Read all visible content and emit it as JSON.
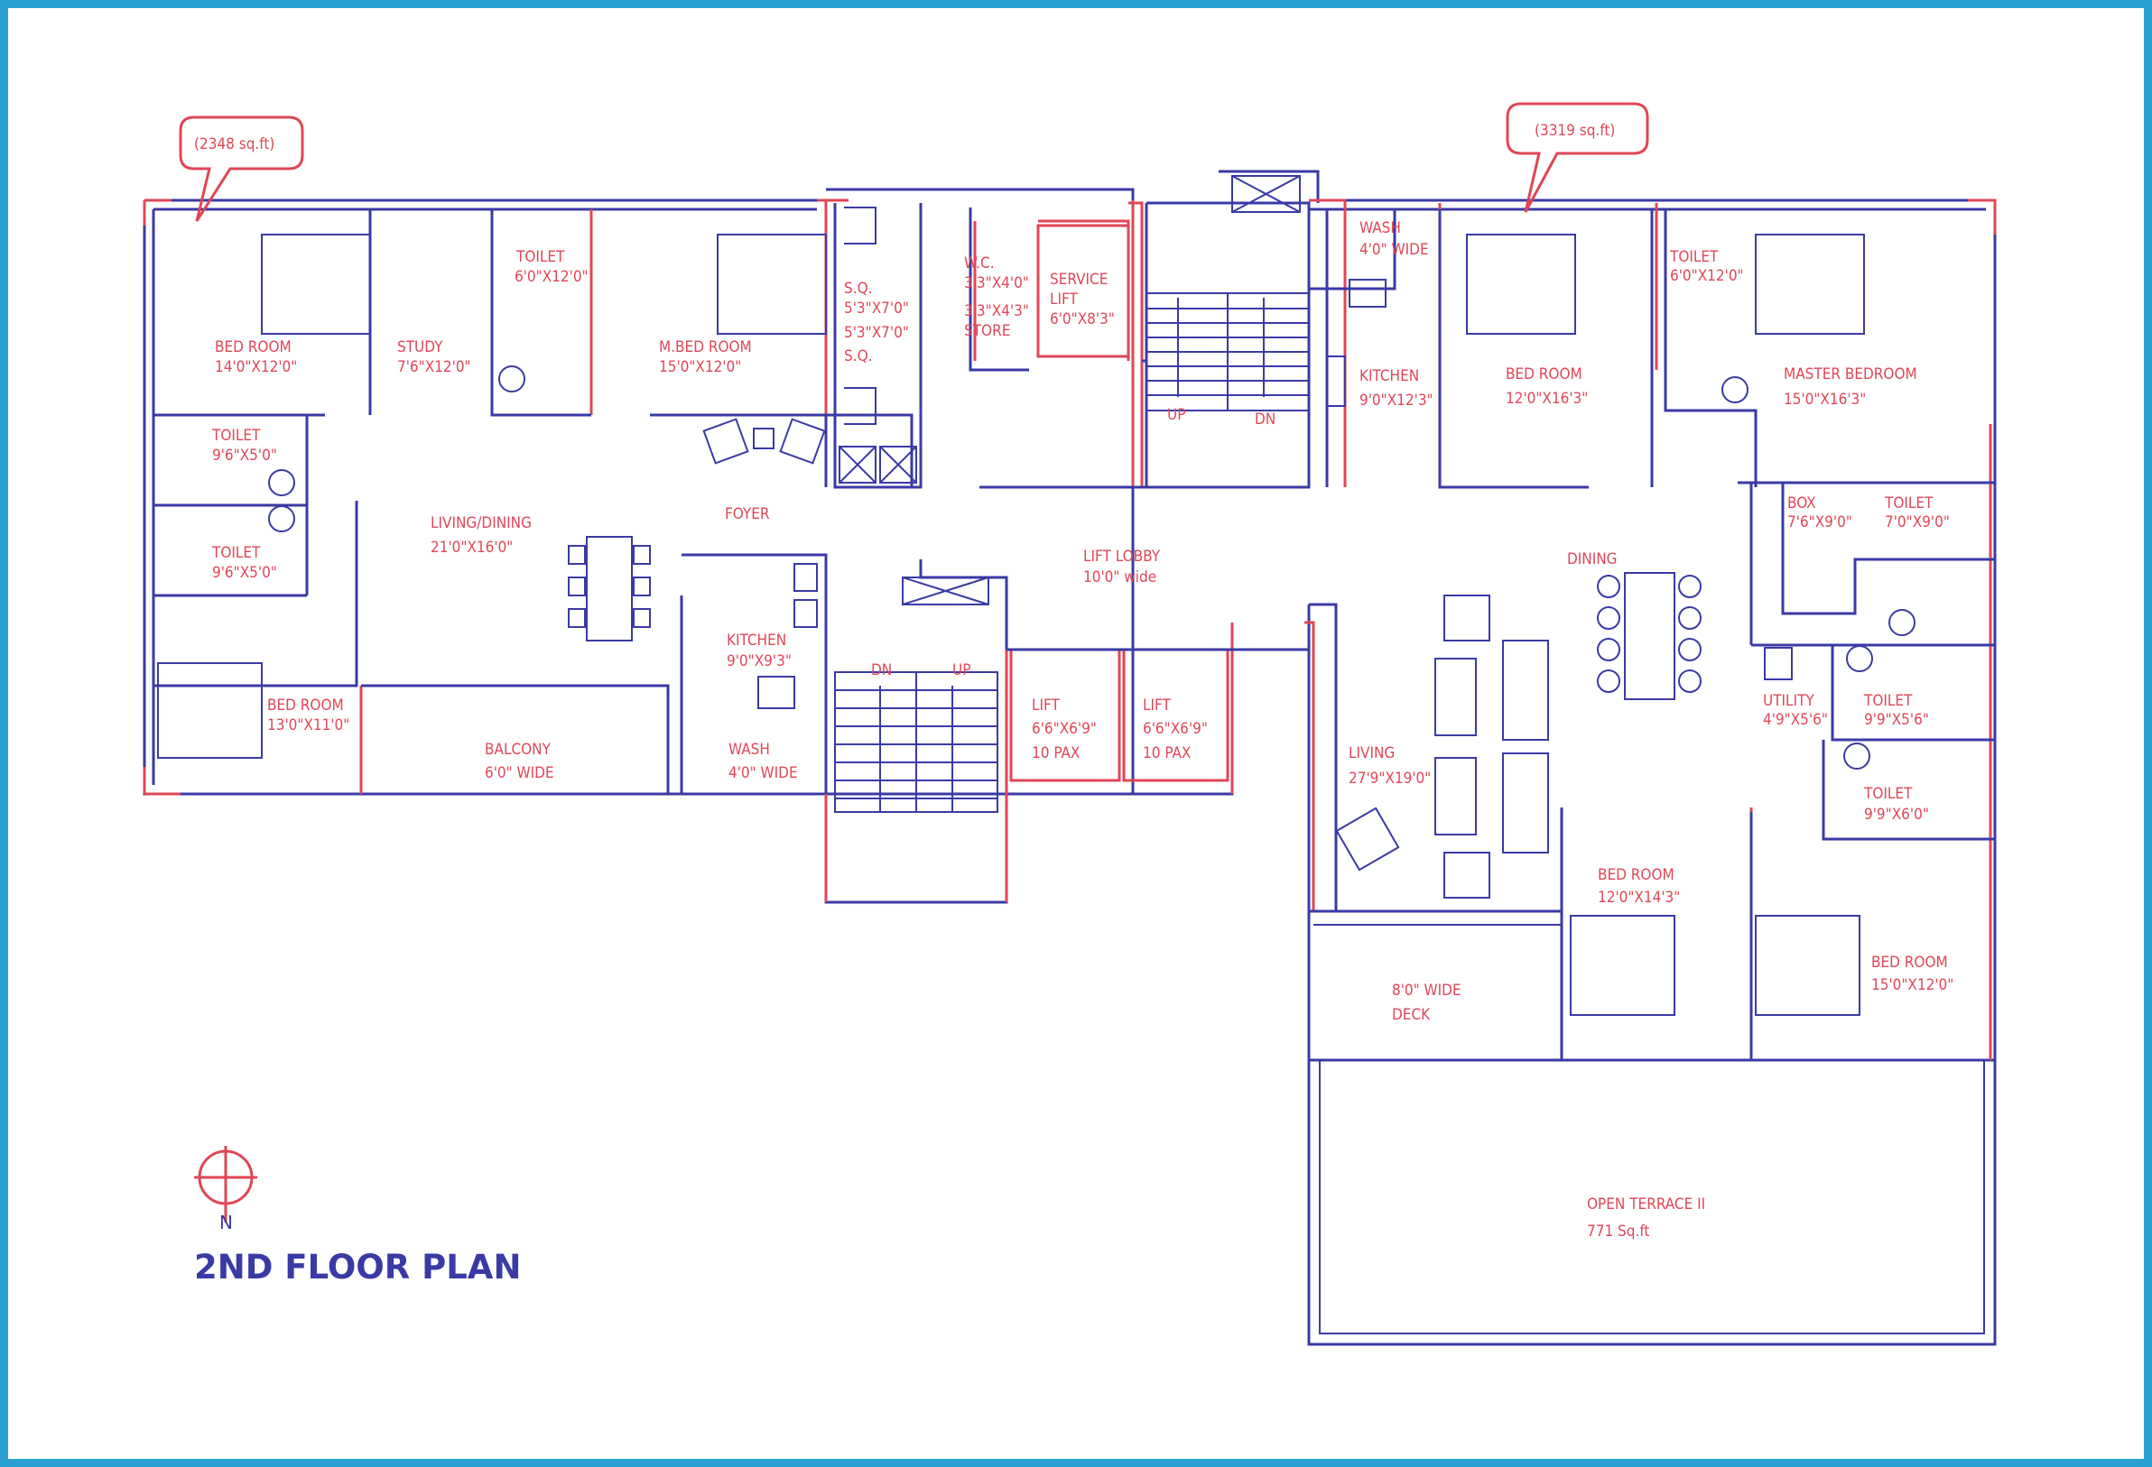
{
  "title": "2ND FLOOR PLAN",
  "north_label": "N",
  "areas": {
    "left": "(2348 sq.ft)",
    "right": "(3319 sq.ft)"
  },
  "colors": {
    "frame": "#2aa0d2",
    "walls": "#3a3aa6",
    "labels": "#e04656"
  },
  "rooms": {
    "bedroom_1": {
      "name": "BED ROOM",
      "size": "14'0\"X12'0\""
    },
    "study": {
      "name": "STUDY",
      "size": "7'6\"X12'0\""
    },
    "toilet_1": {
      "name": "TOILET",
      "size": "6'0\"X12'0\""
    },
    "mbedroom": {
      "name": "M.BED ROOM",
      "size": "15'0\"X12'0\""
    },
    "sq_1": {
      "name": "S.Q.",
      "size": "5'3\"X7'0\""
    },
    "sq_2": {
      "name": "S.Q.",
      "size": "5'3\"X7'0\""
    },
    "wc": {
      "name": "W.C.",
      "size": "3'3\"X4'0\""
    },
    "store": {
      "name": "STORE",
      "size": "3'3\"X4'3\""
    },
    "service_lift": {
      "name": "SERVICE",
      "name2": "LIFT",
      "size": "6'0\"X8'3\""
    },
    "stair_up": "UP",
    "stair_dn": "DN",
    "toilet_2": {
      "name": "TOILET",
      "size": "9'6\"X5'0\""
    },
    "toilet_3": {
      "name": "TOILET",
      "size": "9'6\"X5'0\""
    },
    "living_dining": {
      "name": "LIVING/DINING",
      "size": "21'0\"X16'0\""
    },
    "foyer": {
      "name": "FOYER"
    },
    "lift_lobby": {
      "name": "LIFT LOBBY",
      "size": "10'0\" wide"
    },
    "kitchen_1": {
      "name": "KITCHEN",
      "size": "9'0\"X9'3\""
    },
    "bedroom_2": {
      "name": "BED ROOM",
      "size": "13'0\"X11'0\""
    },
    "balcony": {
      "name": "BALCONY",
      "size": "6'0\" WIDE"
    },
    "wash_1": {
      "name": "WASH",
      "size": "4'0\" WIDE"
    },
    "stair2_dn": "DN",
    "stair2_up": "UP",
    "lift_1": {
      "name": "LIFT",
      "size": "6'6\"X6'9\"",
      "pax": "10 PAX"
    },
    "lift_2": {
      "name": "LIFT",
      "size": "6'6\"X6'9\"",
      "pax": "10 PAX"
    },
    "wash_2": {
      "name": "WASH",
      "size": "4'0\" WIDE"
    },
    "kitchen_2": {
      "name": "KITCHEN",
      "size": "9'0\"X12'3\""
    },
    "bedroom_3": {
      "name": "BED ROOM",
      "size": "12'0\"X16'3\""
    },
    "toilet_4": {
      "name": "TOILET",
      "size": "6'0\"X12'0\""
    },
    "master_bedroom": {
      "name": "MASTER BEDROOM",
      "size": "15'0\"X16'3\""
    },
    "box": {
      "name": "BOX",
      "size": "7'6\"X9'0\""
    },
    "toilet_5": {
      "name": "TOILET",
      "size": "7'0\"X9'0\""
    },
    "dining": {
      "name": "DINING"
    },
    "utility": {
      "name": "UTILITY",
      "size": "4'9\"X5'6\""
    },
    "toilet_6": {
      "name": "TOILET",
      "size": "9'9\"X5'6\""
    },
    "toilet_7": {
      "name": "TOILET",
      "size": "9'9\"X6'0\""
    },
    "living": {
      "name": "LIVING",
      "size": "27'9\"X19'0\""
    },
    "bedroom_4": {
      "name": "BED ROOM",
      "size": "12'0\"X14'3\""
    },
    "bedroom_5": {
      "name": "BED ROOM",
      "size": "15'0\"X12'0\""
    },
    "deck": {
      "name": "8'0\" WIDE",
      "name2": "DECK"
    },
    "open_terrace": {
      "name": "OPEN TERRACE II",
      "size": "771 Sq.ft"
    }
  }
}
